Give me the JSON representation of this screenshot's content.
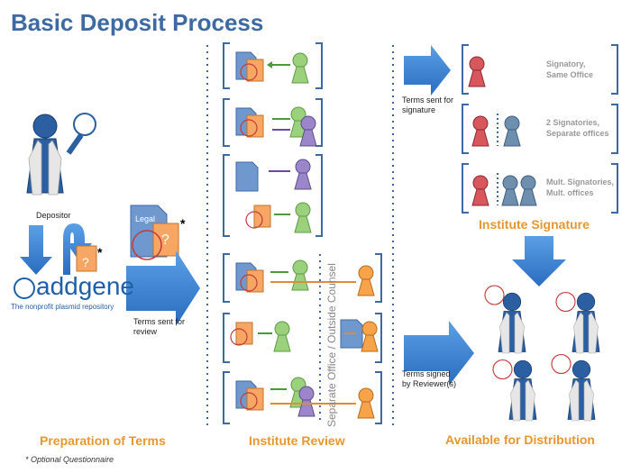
{
  "title": "Basic Deposit Process",
  "sections": {
    "preparation": "Preparation of Terms",
    "review": "Institute Review",
    "signature": "Institute Signature",
    "distribution": "Available for Distribution"
  },
  "depositor_label": "Depositor",
  "asterisk": "*",
  "logo": {
    "name": "addgene",
    "tagline": "The nonprofit plasmid repository"
  },
  "doc_labels": {
    "legal": "Legal",
    "question": "?"
  },
  "arrow_labels": {
    "terms_for_review": [
      "Terms sent for",
      "review"
    ],
    "terms_for_signature": [
      "Terms sent for",
      "signature"
    ],
    "terms_signed": [
      "Terms signed",
      "by Reviewer(s)"
    ]
  },
  "vertical_label": "Separate Office / Outside Counsel",
  "signatory_rows": [
    [
      "Signatory,",
      "Same Office"
    ],
    [
      "2 Signatories,",
      "Separate offices"
    ],
    [
      "Mult. Signatories,",
      "Mult. offices"
    ]
  ],
  "footnote": "* Optional Questionnaire",
  "colors": {
    "title": "#3d6aa3",
    "section": "#e8962f",
    "arrow": "#3a7fd0",
    "doc_blue": "#6f98cf",
    "doc_orange": "#f7a763",
    "person_green": "#9bd17c",
    "person_purple": "#9a86c9",
    "person_orange": "#f7a34a",
    "person_red": "#d7575d",
    "person_slate": "#6f8fae"
  }
}
